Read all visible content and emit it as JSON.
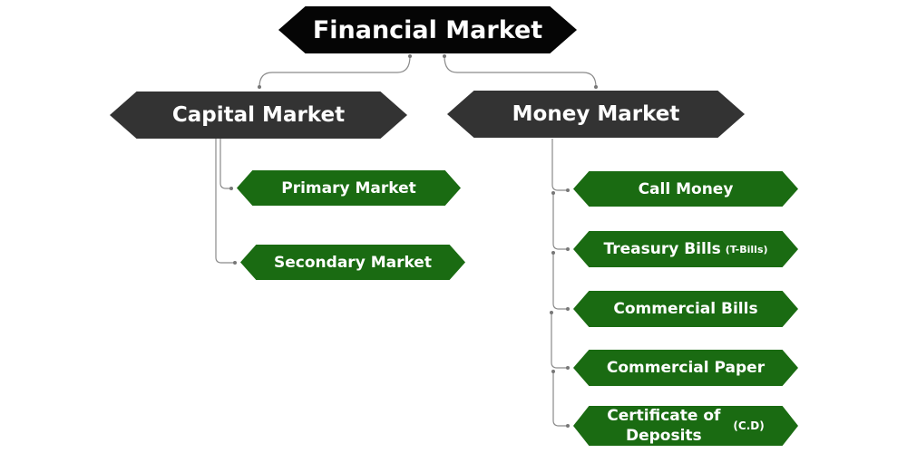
{
  "root": {
    "label": "Financial Market"
  },
  "branches": [
    {
      "label": "Capital Market",
      "children": [
        {
          "label": "Primary Market"
        },
        {
          "label": "Secondary Market"
        }
      ]
    },
    {
      "label": "Money Market",
      "children": [
        {
          "label": "Call Money"
        },
        {
          "label": "Treasury Bills",
          "suffix": "(T-Bills)"
        },
        {
          "label": "Commercial Bills"
        },
        {
          "label": "Commercial Paper"
        },
        {
          "label_line1": "Certificate of",
          "label_line2": "Deposits",
          "suffix": "(C.D)"
        }
      ]
    }
  ],
  "colors": {
    "root": "#050505",
    "branch": "#333333",
    "leaf": "#1a6b12",
    "connector": "#888888"
  }
}
